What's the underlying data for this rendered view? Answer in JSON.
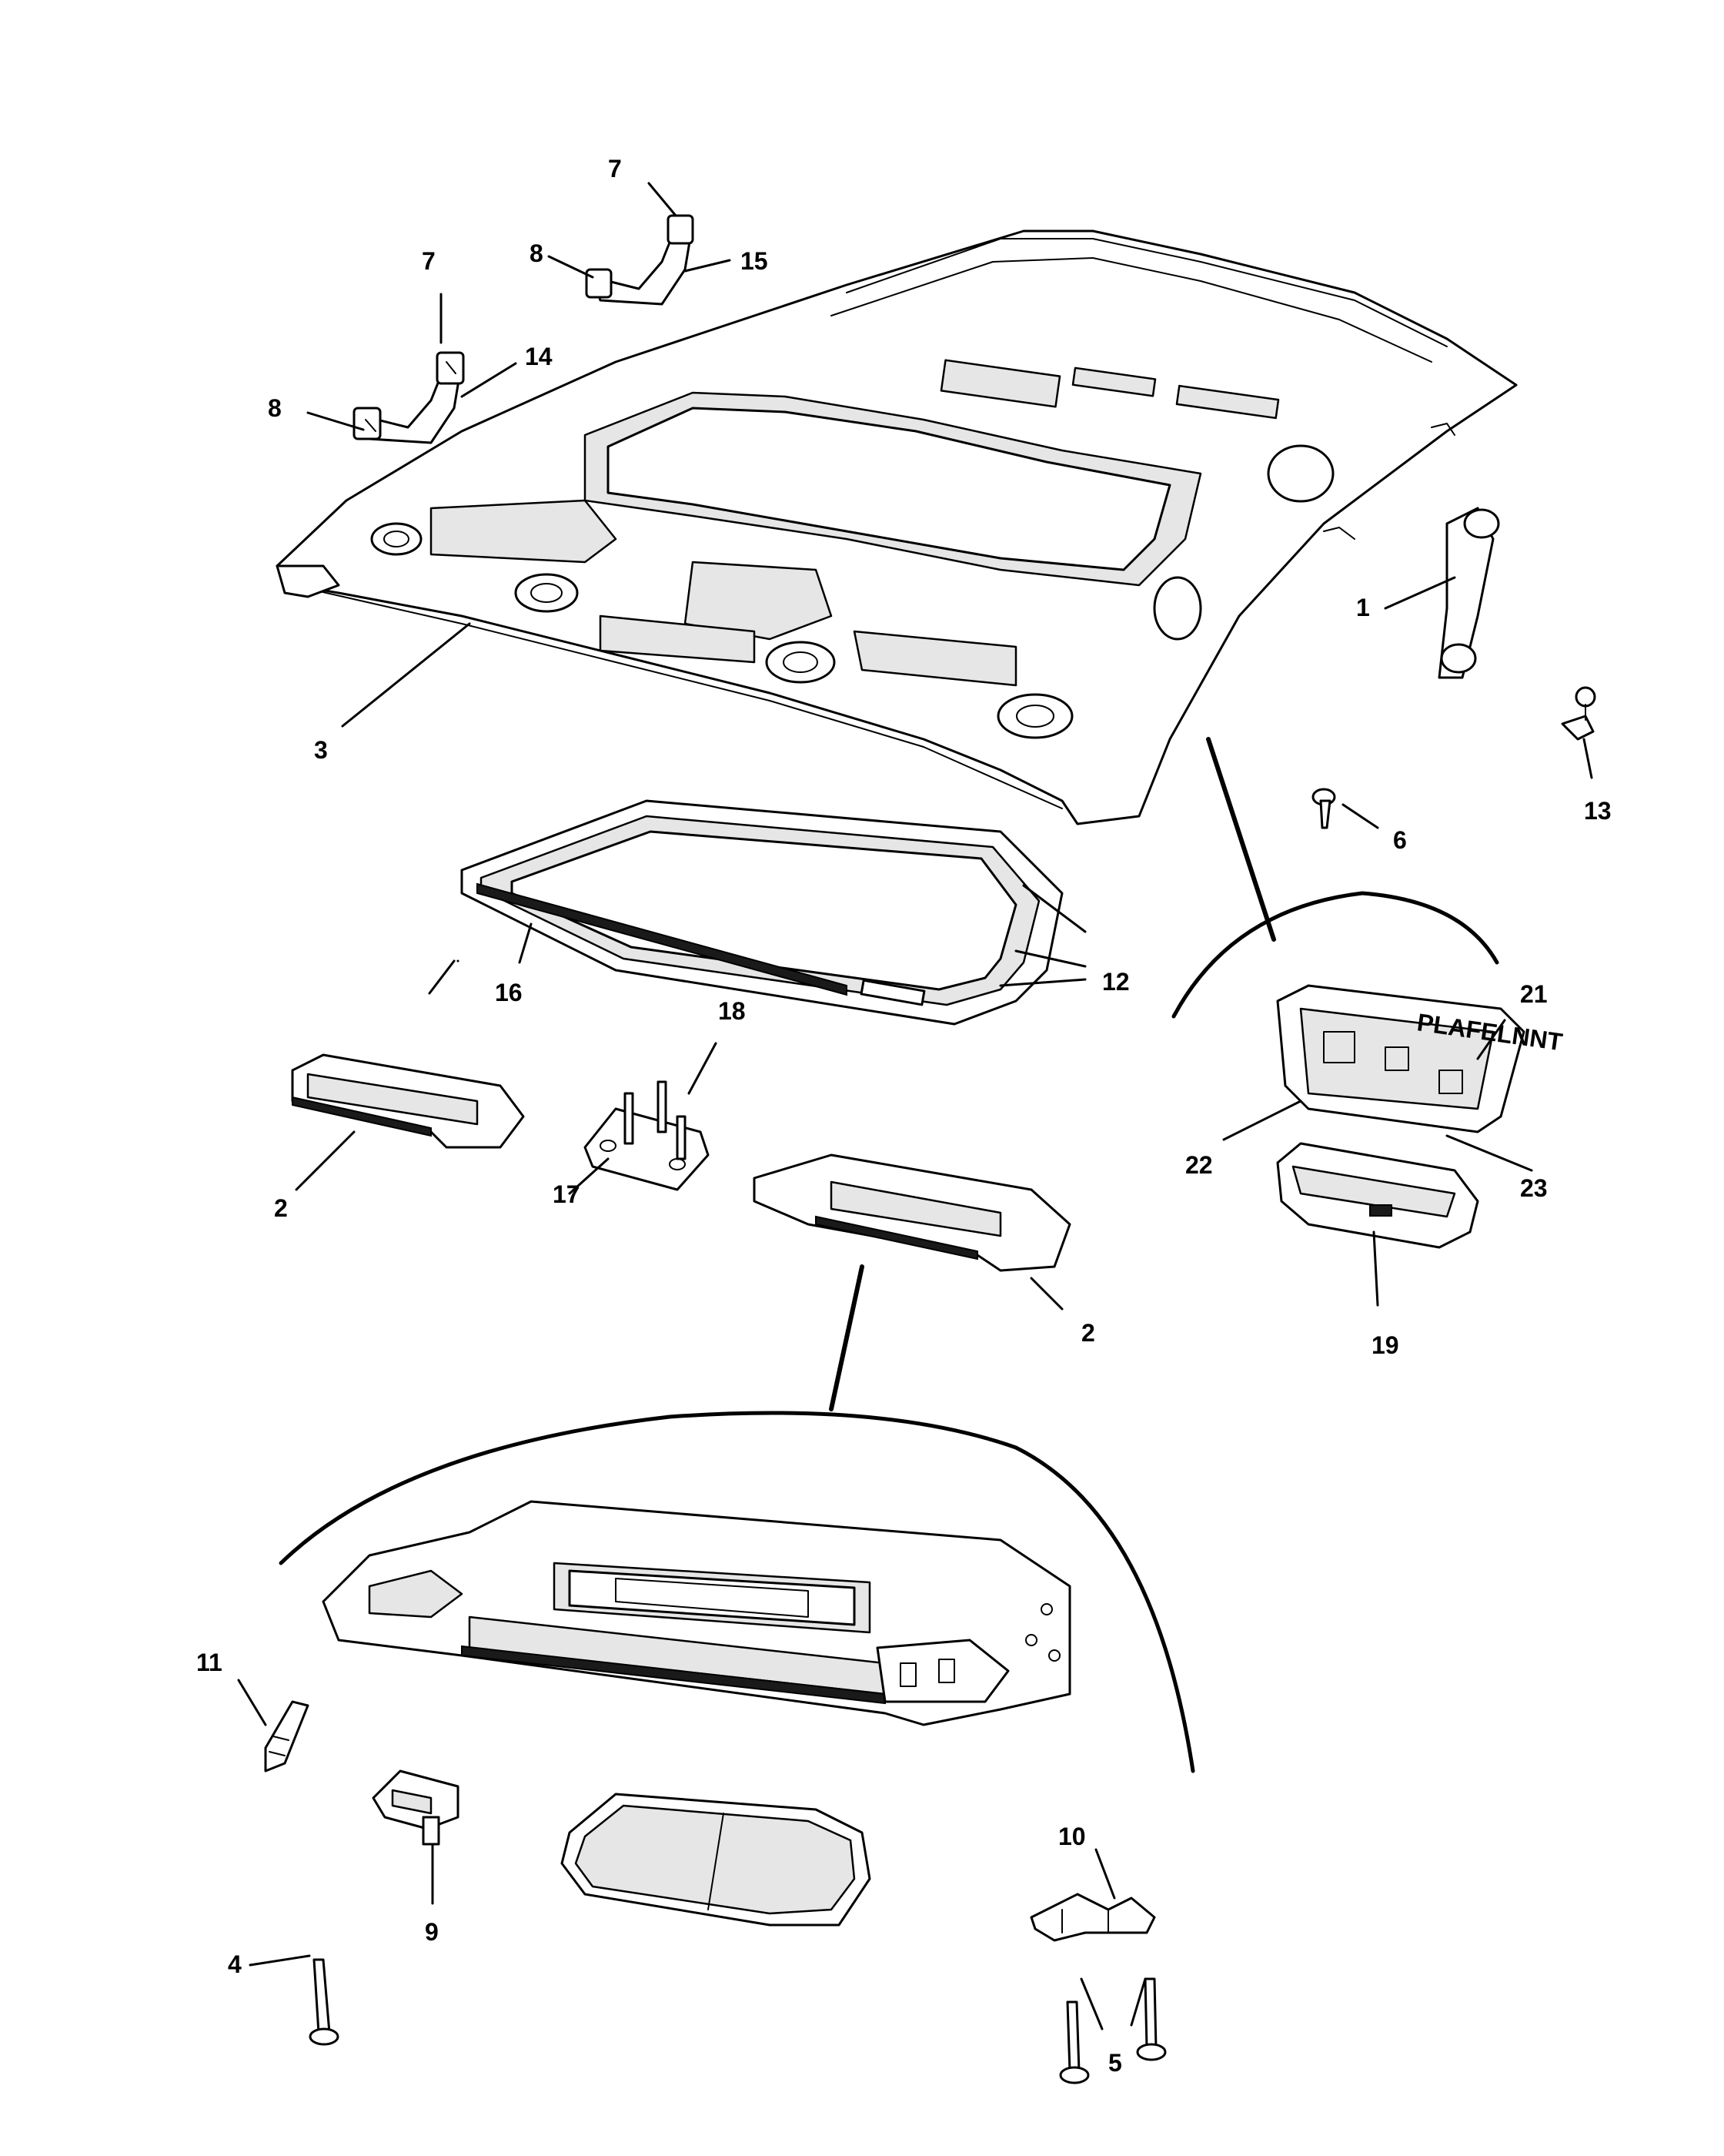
{
  "callouts": {
    "c1": "1",
    "c2a": "2",
    "c2b": "2",
    "c3": "3",
    "c4": "4",
    "c5": "5",
    "c6": "6",
    "c7a": "7",
    "c7b": "7",
    "c8a": "8",
    "c8b": "8",
    "c9": "9",
    "c10": "10",
    "c11": "11",
    "c12": "12",
    "c13": "13",
    "c14": "14",
    "c15": "15",
    "c16": "16",
    "c17": "17",
    "c18": "18",
    "c19": "19",
    "c21": "21",
    "c22": "22",
    "c23": "23"
  },
  "console_marking": "PLAFELNNT",
  "colors": {
    "line": "#000000",
    "background": "#ffffff",
    "shade": "#e6e6e6"
  }
}
